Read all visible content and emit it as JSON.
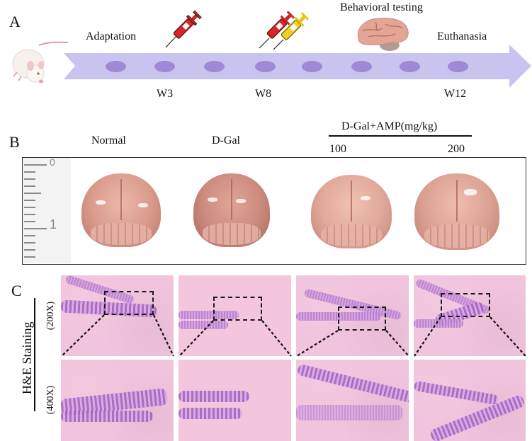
{
  "panel_a": {
    "letter": "A",
    "stages": {
      "adaptation": "Adaptation",
      "behavioral_testing": "Behavioral testing",
      "euthanasia": "Euthanasia"
    },
    "weeks": [
      "W3",
      "W8",
      "W12"
    ],
    "icons": [
      "mouse-icon",
      "syringe-red-icon",
      "syringe-red-yellow-icon",
      "brain-icon"
    ],
    "colors": {
      "band": "#c9c3ef",
      "ellipse": "#9f88d6"
    }
  },
  "panel_b": {
    "letter": "B",
    "groups": [
      "Normal",
      "D-Gal"
    ],
    "treatment_header": "D-Gal+AMP(mg/kg)",
    "doses": [
      "100",
      "200"
    ],
    "ruler_marks": [
      "0",
      "1"
    ]
  },
  "panel_c": {
    "letter": "C",
    "stain_label": "H&E Staining",
    "row_labels": [
      "(200X)",
      "(400X)"
    ]
  }
}
